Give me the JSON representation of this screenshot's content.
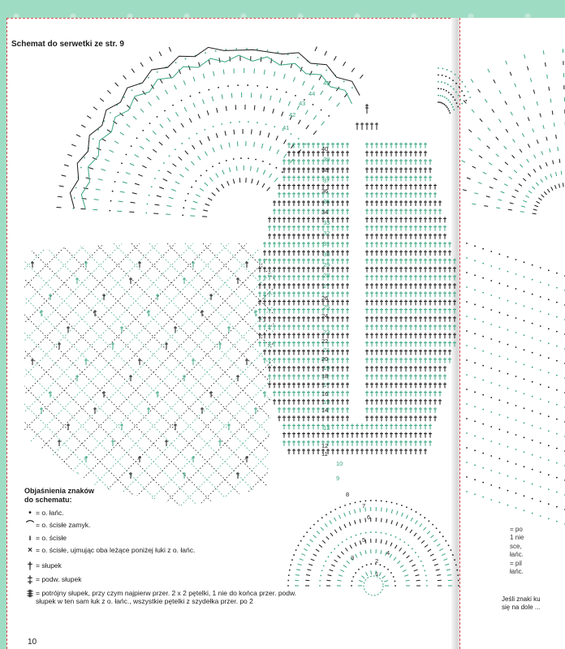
{
  "schema_title": "Schemat do serwetki ze str. 9",
  "page_number": "10",
  "row_numbers": {
    "fan": [
      "41",
      "42",
      "43",
      "44",
      "45"
    ],
    "center_black": [
      "40",
      "38",
      "36",
      "34",
      "26",
      "24",
      "22",
      "20",
      "18",
      "16",
      "14",
      "12",
      "11",
      "8"
    ],
    "center_green": [
      "39",
      "37",
      "35",
      "33",
      "32",
      "31",
      "30",
      "29",
      "28",
      "27",
      "25",
      "23",
      "21",
      "19",
      "17",
      "15",
      "13",
      "10",
      "9"
    ],
    "small": [
      "1",
      "2",
      "3",
      "4",
      "5",
      "6",
      "7"
    ]
  },
  "legend": {
    "title_line1": "Objaśnienia znaków",
    "title_line2": "do schematu:",
    "items": [
      {
        "symbol": "•",
        "text": "= o. łańc."
      },
      {
        "symbol": "⌒",
        "text": "= o. ścisłe zamyk."
      },
      {
        "symbol": "ı",
        "text": "= o. ścisłe"
      },
      {
        "symbol": "×",
        "text": "= o. ścisłe, ujmując oba leżące poniżej łuki z o. łańc."
      },
      {
        "symbol": "†",
        "text": "= słupek"
      },
      {
        "symbol": "‡",
        "text": "= podw. słupek"
      },
      {
        "symbol": "⩨",
        "text": "= potrójny słupek, przy czym najpierw przer. 2 x 2 pętelki, 1 nie do końca przer. podw. słupek w ten sam łuk z o. łańc., wszystkie pętelki z szydełka przer. po 2"
      }
    ]
  },
  "right_note": {
    "lines": [
      "= po",
      "1 nie",
      "sce, ",
      "łańc.",
      "= pil",
      "łańc."
    ]
  },
  "right_bottom": {
    "lines": [
      "Jeśli znaki ku",
      "się na dole ..."
    ]
  },
  "colors": {
    "green": "#3aa57e",
    "black": "#1b1b1b",
    "background": "#9fdcc4"
  }
}
